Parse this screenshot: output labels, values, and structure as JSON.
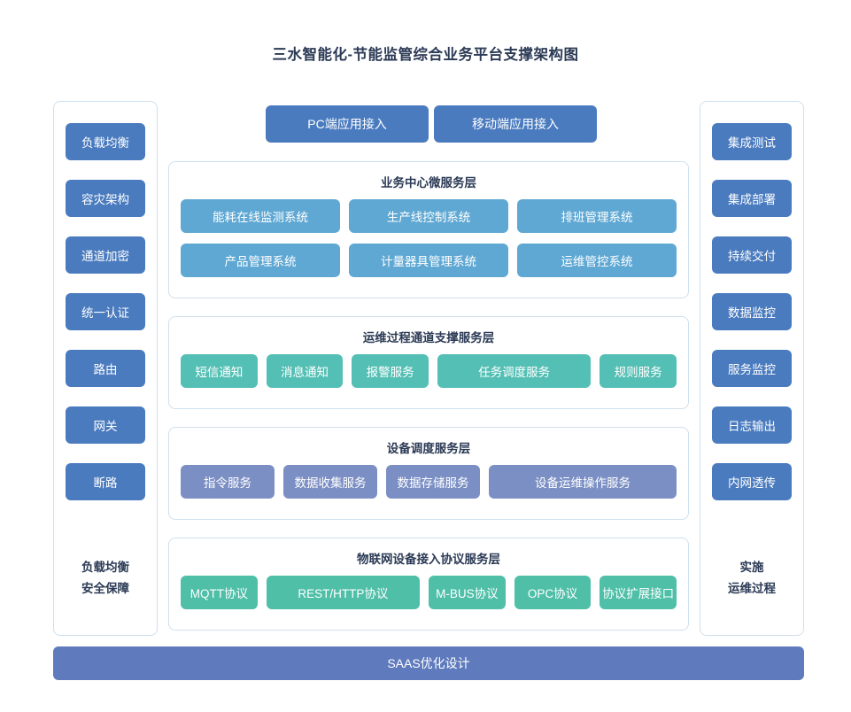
{
  "title": "三水智能化-节能监管综合业务平台支撑架构图",
  "left_column": {
    "items": [
      {
        "label": "负载均衡"
      },
      {
        "label": "容灾架构"
      },
      {
        "label": "通道加密"
      },
      {
        "label": "统一认证"
      },
      {
        "label": "路由"
      },
      {
        "label": "网关"
      },
      {
        "label": "断路"
      }
    ],
    "footer_line1": "负载均衡",
    "footer_line2": "安全保障"
  },
  "right_column": {
    "items": [
      {
        "label": "集成测试"
      },
      {
        "label": "集成部署"
      },
      {
        "label": "持续交付"
      },
      {
        "label": "数据监控"
      },
      {
        "label": "服务监控"
      },
      {
        "label": "日志输出"
      },
      {
        "label": "内网透传"
      }
    ],
    "footer_line1": "实施",
    "footer_line2": "运维过程"
  },
  "top_access": {
    "pc": "PC端应用接入",
    "mobile": "移动端应用接入"
  },
  "layers": [
    {
      "id": "business",
      "title": "业务中心微服务层",
      "rows": [
        [
          "能耗在线监测系统",
          "生产线控制系统",
          "排班管理系统"
        ],
        [
          "产品管理系统",
          "计量器具管理系统",
          "运维管控系统"
        ]
      ]
    },
    {
      "id": "channel",
      "title": "运维过程通道支撑服务层",
      "rows": [
        [
          "短信通知",
          "消息通知",
          "报警服务",
          "任务调度服务",
          "规则服务"
        ]
      ]
    },
    {
      "id": "device",
      "title": "设备调度服务层",
      "rows": [
        [
          "指令服务",
          "数据收集服务",
          "数据存储服务",
          "设备运维操作服务"
        ]
      ]
    },
    {
      "id": "iot",
      "title": "物联网设备接入协议服务层",
      "rows": [
        [
          "MQTT协议",
          "REST/HTTP协议",
          "M-BUS协议",
          "OPC协议",
          "协议扩展接口"
        ]
      ]
    }
  ],
  "bottom_bar": "SAAS优化设计",
  "colors": {
    "side_chip": "#4a7bbf",
    "top_box": "#4a7bbf",
    "business_cell": "#5fa8d3",
    "channel_cell": "#54bfb4",
    "device_cell": "#7b8fc4",
    "iot_cell": "#4fbfa8",
    "bottom_bar": "#5f7bbd",
    "panel_border": "#cfe0ef",
    "title_text": "#2b3a55"
  }
}
